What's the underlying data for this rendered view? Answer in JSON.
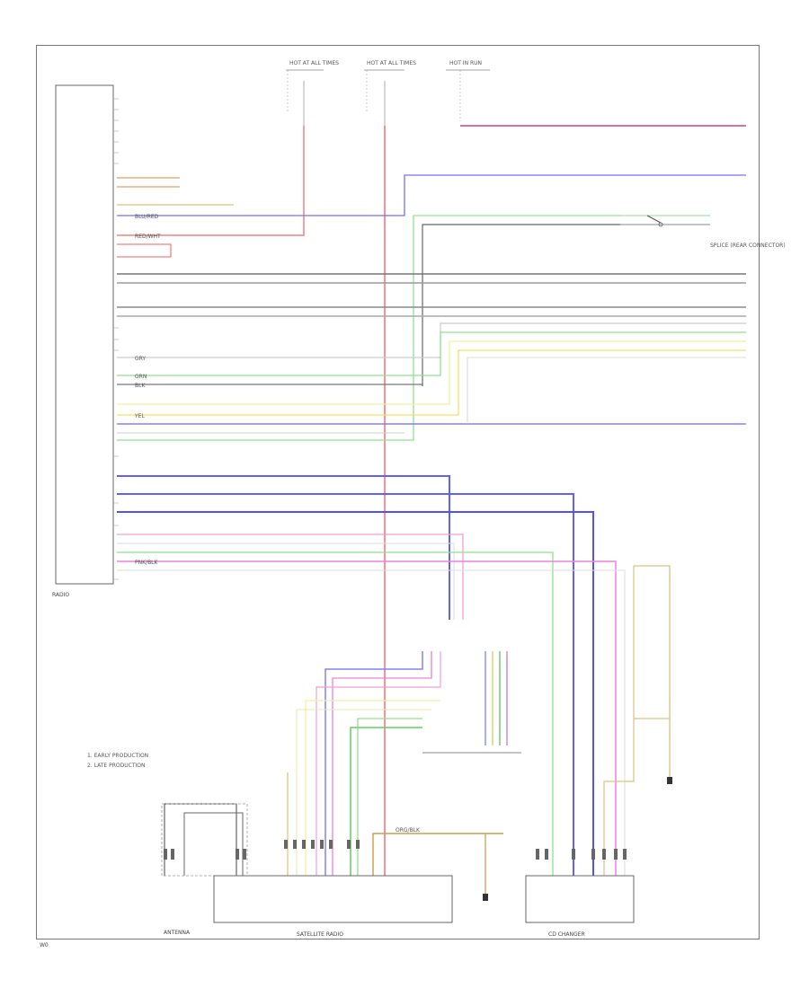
{
  "diagram": {
    "page_label": "W0",
    "main_unit_label": "RADIO",
    "legend": {
      "items": [
        "1. EARLY PRODUCTION",
        "2. LATE PRODUCTION"
      ]
    },
    "components": {
      "antenna": "ANTENNA",
      "amplifier": "SATELLITE RADIO",
      "cd_changer": "CD CHANGER",
      "splice_right_label": "SPLICE (REAR CONNECTOR)"
    },
    "fuse_headers": [
      "HOT AT ALL TIMES",
      "HOT AT ALL TIMES",
      "HOT IN RUN"
    ],
    "wire_labels": {
      "red": "RED/WHT",
      "blue": "BLU/RED",
      "pink": "PNK/BLK",
      "green": "GRN",
      "yellow": "YEL",
      "gray": "GRY",
      "black": "BLK",
      "orange": "ORG/BLK"
    }
  }
}
